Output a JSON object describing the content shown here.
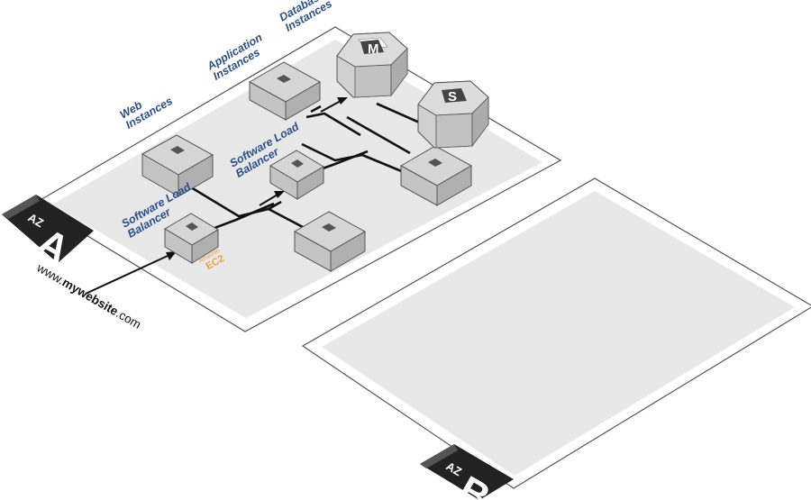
{
  "labels": {
    "web_instances": [
      "Web",
      "Instances"
    ],
    "application_instances": [
      "Application",
      "Instances"
    ],
    "database_instances": [
      "Database",
      "Instances"
    ],
    "software_load_balancer_upper": [
      "Software Load",
      "Balancer"
    ],
    "software_load_balancer_lower": [
      "Software Load",
      "Balancer"
    ]
  },
  "zones": {
    "a": {
      "small": "AZ",
      "letter": "A"
    },
    "b": {
      "small": "AZ",
      "letter": "B"
    }
  },
  "amazon_ec2": {
    "small": "Amazon",
    "big": "EC2"
  },
  "url": {
    "prefix": "www.",
    "domain": "mywebsite",
    "suffix": ".com"
  },
  "database": {
    "master_letter": "M",
    "slave_letter": "S"
  },
  "colors": {
    "label_blue": "#2a4f8c",
    "ec2_orange": "#e8a23a",
    "plate_fill": "#e8e8e8",
    "box_top": "#d6d6d6",
    "box_left": "#c4c4c4",
    "box_right": "#b0b0b0",
    "badge_black": "#222222"
  }
}
